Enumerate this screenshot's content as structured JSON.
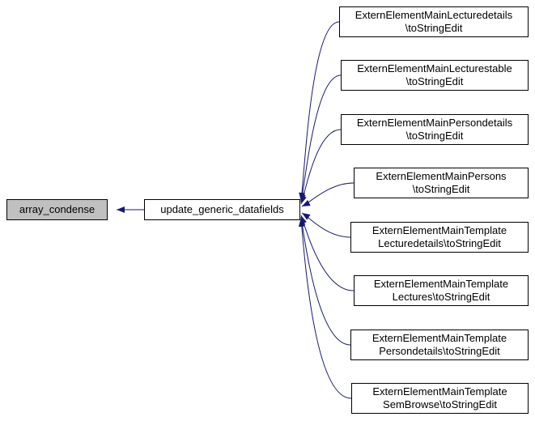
{
  "graph": {
    "type": "caller-graph",
    "left_node": {
      "label": "array_condense"
    },
    "center_node": {
      "label": "update_generic_datafields"
    },
    "right_nodes": [
      {
        "line1": "ExternElementMainLecturedetails",
        "line2": "\\toStringEdit"
      },
      {
        "line1": "ExternElementMainLecturestable",
        "line2": "\\toStringEdit"
      },
      {
        "line1": "ExternElementMainPersondetails",
        "line2": "\\toStringEdit"
      },
      {
        "line1": "ExternElementMainPersons",
        "line2": "\\toStringEdit"
      },
      {
        "line1": "ExternElementMainTemplate",
        "line2": "Lecturedetails\\toStringEdit"
      },
      {
        "line1": "ExternElementMainTemplate",
        "line2": "Lectures\\toStringEdit"
      },
      {
        "line1": "ExternElementMainTemplate",
        "line2": "Persondetails\\toStringEdit"
      },
      {
        "line1": "ExternElementMainTemplate",
        "line2": "SemBrowse\\toStringEdit"
      }
    ],
    "colors": {
      "edge": "#191970",
      "node_border": "#000000",
      "node_fill": "#ffffff",
      "highlight_fill": "#c0c0c0",
      "text": "#000000"
    }
  }
}
